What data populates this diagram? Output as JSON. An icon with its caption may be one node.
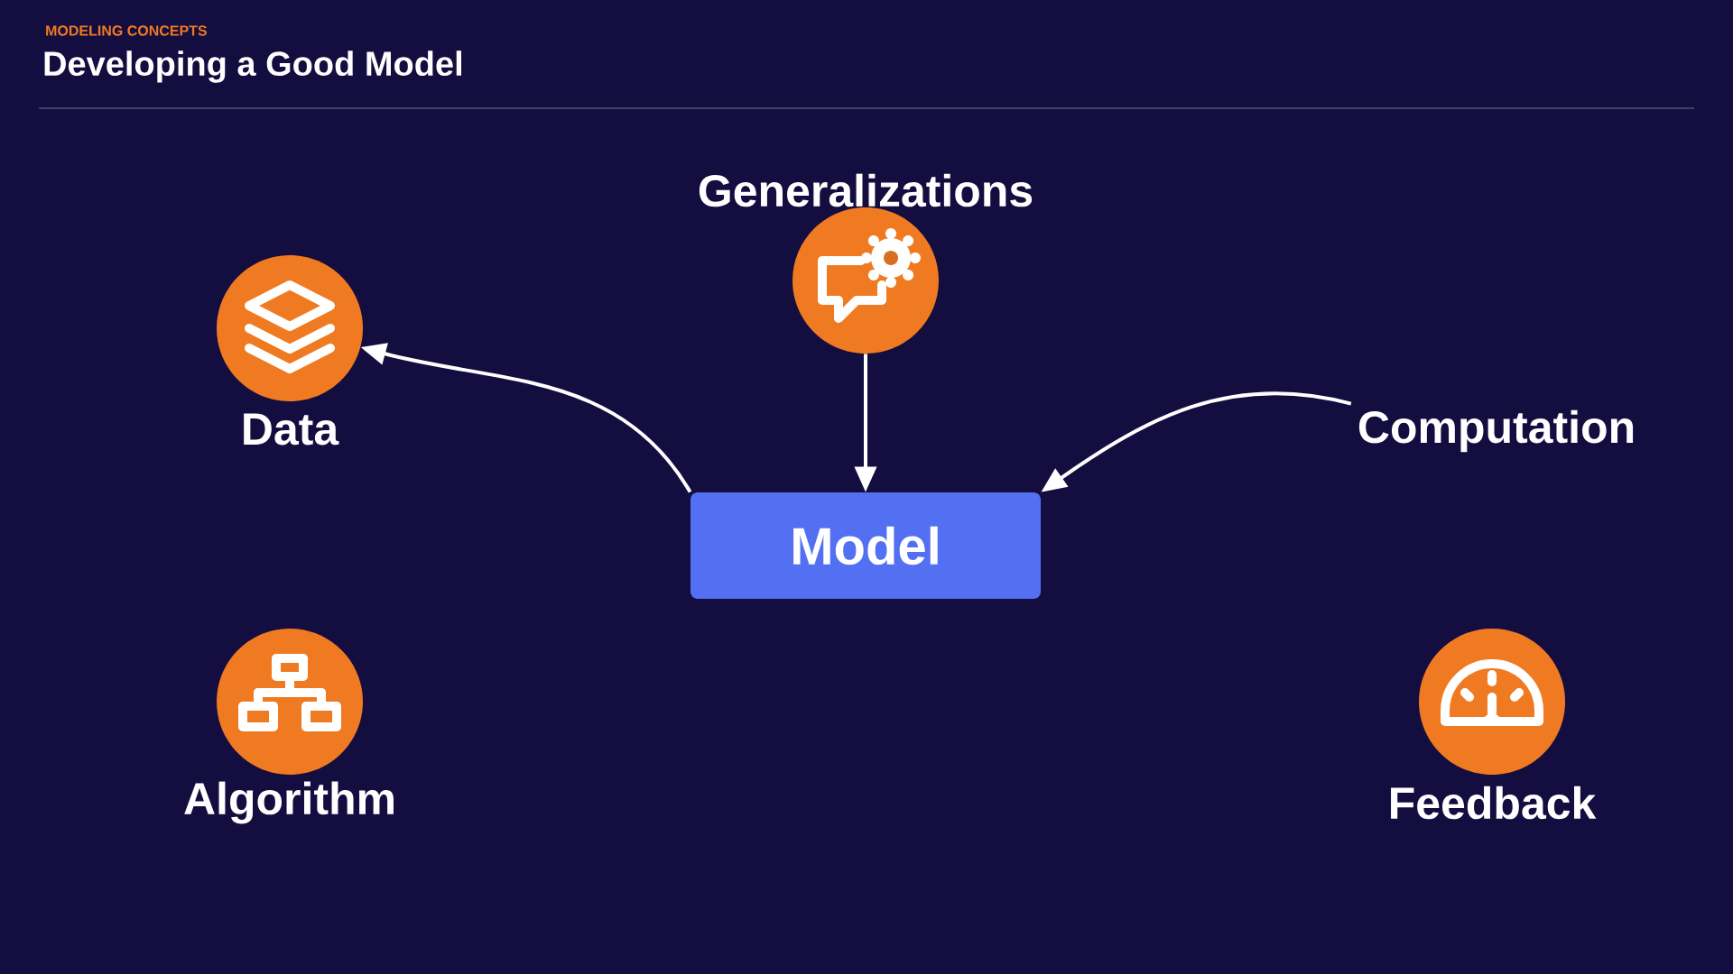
{
  "diagram": {
    "title": "Developing a Good Model",
    "nodes": [
      {
        "text": [
          "Generalizations"
        ]
      },
      {
        "text": [
          "Data"
        ]
      },
      {
        "text": [
          "Computation"
        ]
      },
      {
        "text": [
          "Model"
        ]
      },
      {
        "text": [
          "Algorithm"
        ]
      },
      {
        "text": [
          "Feedback"
        ]
      }
    ],
    "edges": [
      {
        "from": 3,
        "to": 1,
        "arrow": "to"
      },
      {
        "from": 0,
        "to": 3,
        "arrow": "to"
      },
      {
        "from": 2,
        "to": 3,
        "arrow": "to"
      }
    ],
    "labels": [
      "MODELING CONCEPTS"
    ]
  }
}
